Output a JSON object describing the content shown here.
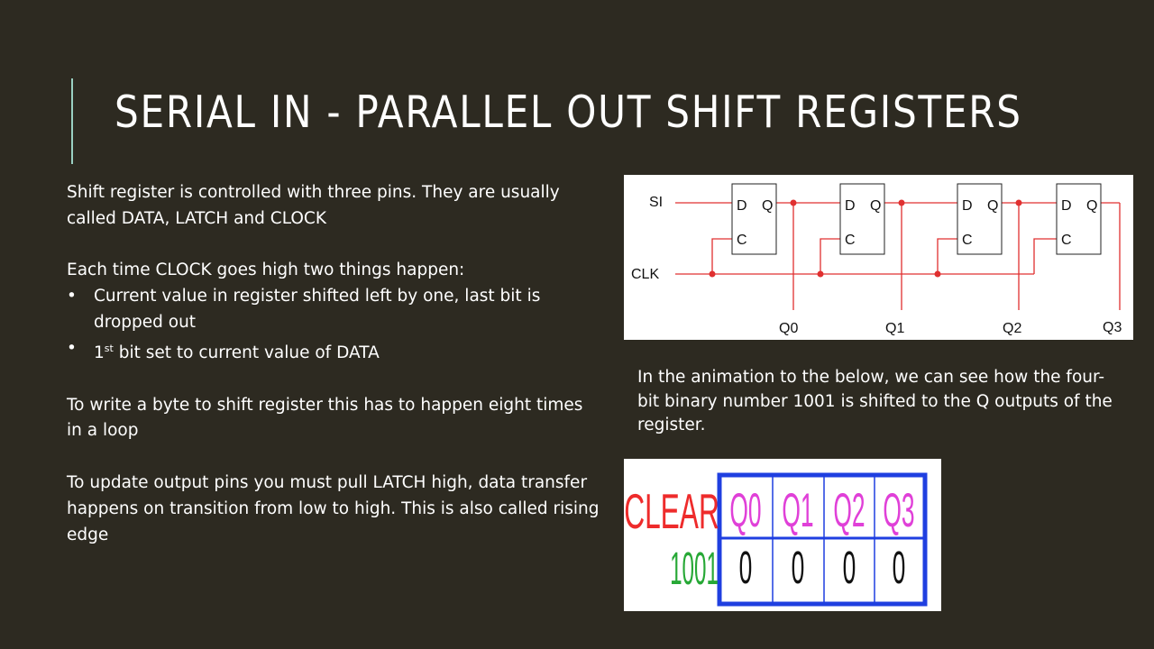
{
  "slide": {
    "title": "SERIAL IN - PARALLEL OUT SHIFT REGISTERS",
    "intro_line1": "Shift register is controlled with three pins. They are usually",
    "intro_line2": "called DATA, LATCH and CLOCK",
    "clock_heading": "Each time CLOCK goes high two things happen:",
    "bullet1_line1": "Current value in register shifted left by one, last bit is",
    "bullet1_line2": "dropped out",
    "bullet2_num": "1",
    "bullet2_sup": "st",
    "bullet2_rest": " bit set to current value of DATA",
    "write_line1": "To write a byte to shift register this has to happen eight times",
    "write_line2": "in a loop",
    "update_line1": "To update output pins you must pull LATCH high, data transfer",
    "update_line2": "happens on transition from low to high. This is also called rising",
    "update_line3": "edge",
    "caption_line1": "In the animation to the below, we can see how the four-",
    "caption_line2": "bit binary number 1001 is shifted to the Q outputs of the",
    "caption_line3": "register."
  },
  "diagram": {
    "si": "SI",
    "clk": "CLK",
    "d": "D",
    "q": "Q",
    "c": "C",
    "outputs": [
      "Q0",
      "Q1",
      "Q2",
      "Q3"
    ],
    "wire_color": "#e03030"
  },
  "animation": {
    "clear": "CLEAR",
    "input": "1001",
    "headers": [
      "Q0",
      "Q1",
      "Q2",
      "Q3"
    ],
    "values": [
      "0",
      "0",
      "0",
      "0"
    ],
    "clear_color": "#ee2b2b",
    "input_color": "#27a836",
    "header_color": "#e040d8",
    "grid_color": "#1f3fe0"
  },
  "colors": {
    "background": "#2d2a21",
    "accent": "#9ad0c2",
    "text": "#ffffff"
  }
}
